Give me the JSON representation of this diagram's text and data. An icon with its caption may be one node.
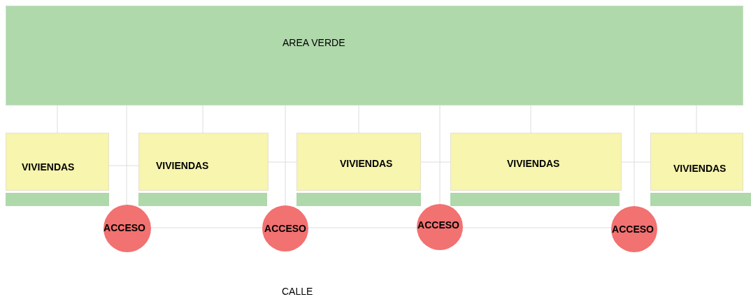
{
  "diagram": {
    "nodes": [
      {
        "text": [
          "AREA VERDE"
        ]
      },
      {
        "text": [
          "VIVIENDAS"
        ]
      },
      {
        "text": [
          "VIVIENDAS"
        ]
      },
      {
        "text": [
          "VIVIENDAS"
        ]
      },
      {
        "text": [
          "VIVIENDAS"
        ]
      },
      {
        "text": [
          "VIVIENDAS"
        ]
      },
      {
        "text": [
          "ACCESO"
        ]
      },
      {
        "text": [
          "ACCESO"
        ]
      },
      {
        "text": [
          "ACCESO"
        ]
      },
      {
        "text": [
          "ACCESO"
        ]
      }
    ],
    "edges": [
      {
        "from": 0,
        "to": 1,
        "arrow": "none"
      },
      {
        "from": 0,
        "to": 2,
        "arrow": "none"
      },
      {
        "from": 0,
        "to": 3,
        "arrow": "none"
      },
      {
        "from": 0,
        "to": 4,
        "arrow": "none"
      },
      {
        "from": 0,
        "to": 5,
        "arrow": "none"
      },
      {
        "from": 0,
        "to": 6,
        "arrow": "none"
      },
      {
        "from": 0,
        "to": 7,
        "arrow": "none"
      },
      {
        "from": 0,
        "to": 8,
        "arrow": "none"
      },
      {
        "from": 0,
        "to": 9,
        "arrow": "none"
      },
      {
        "from": 1,
        "to": 2,
        "arrow": "none"
      },
      {
        "from": 2,
        "to": 3,
        "arrow": "none"
      },
      {
        "from": 3,
        "to": 4,
        "arrow": "none"
      },
      {
        "from": 4,
        "to": 5,
        "arrow": "none"
      },
      {
        "from": 6,
        "to": 7,
        "arrow": "none"
      },
      {
        "from": 7,
        "to": 8,
        "arrow": "none"
      },
      {
        "from": 8,
        "to": 9,
        "arrow": "none"
      }
    ],
    "labels": [
      "CALLE"
    ]
  }
}
